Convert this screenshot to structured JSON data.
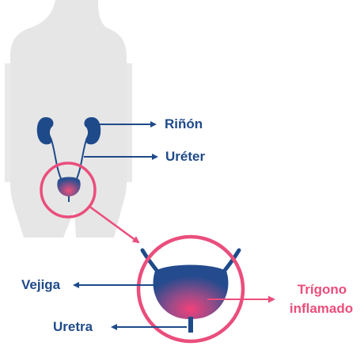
{
  "diagram": {
    "labels": {
      "kidney": "Riñón",
      "ureter": "Uréter",
      "bladder": "Vejiga",
      "urethra": "Uretra",
      "trigone_line1": "Trígono",
      "trigone_line2": "inflamado"
    },
    "colors": {
      "navy": "#1e4a8a",
      "pink": "#ea4e7c",
      "body": "#e6e6e6"
    }
  }
}
